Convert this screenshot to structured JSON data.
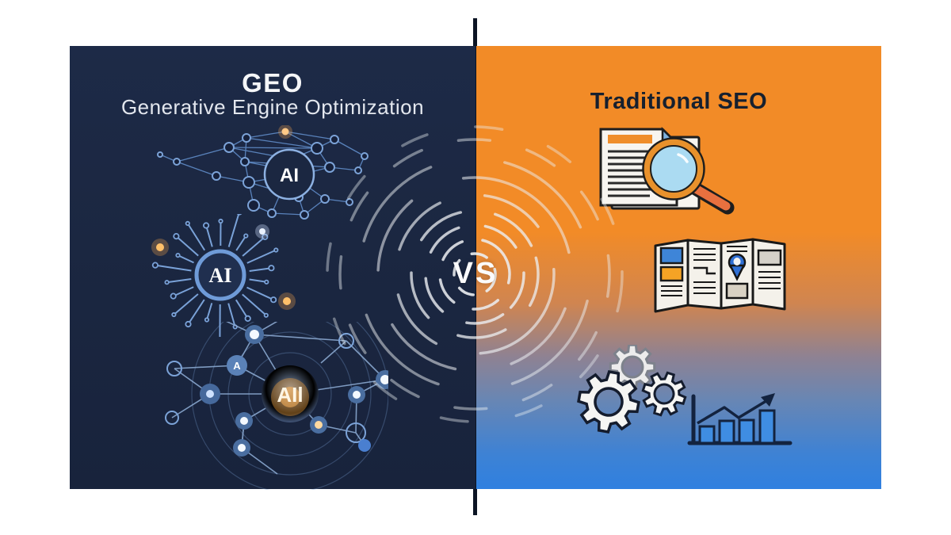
{
  "left_panel": {
    "title": "GEO",
    "subtitle": "Generative Engine Optimization",
    "graphics": [
      {
        "name": "ai-network-mesh-icon",
        "label": "AI"
      },
      {
        "name": "ai-circuit-burst-icon",
        "label": "AI"
      },
      {
        "name": "ai-orbital-network-icon",
        "label": "AIl",
        "sub_label": "A"
      }
    ],
    "colors": {
      "background": "#1b2741",
      "node_line": "#7ca3d8",
      "glow": "#f2a24b",
      "text": "#f5f6f8"
    }
  },
  "right_panel": {
    "title": "Traditional SEO",
    "icons": [
      {
        "name": "document-magnifier-icon"
      },
      {
        "name": "brochure-icon"
      },
      {
        "name": "gears-icon"
      },
      {
        "name": "growth-chart-icon"
      }
    ],
    "colors": {
      "top": "#F28B27",
      "bottom": "#2F80E0",
      "title_text": "#16202f",
      "icon_orange": "#ef8e2b",
      "icon_blue": "#3f8de2",
      "icon_paper": "#f4f1ea"
    }
  },
  "versus": {
    "label": "VS",
    "ripple_color": "#eceff2"
  },
  "divider": {
    "color": "#0c1524"
  }
}
